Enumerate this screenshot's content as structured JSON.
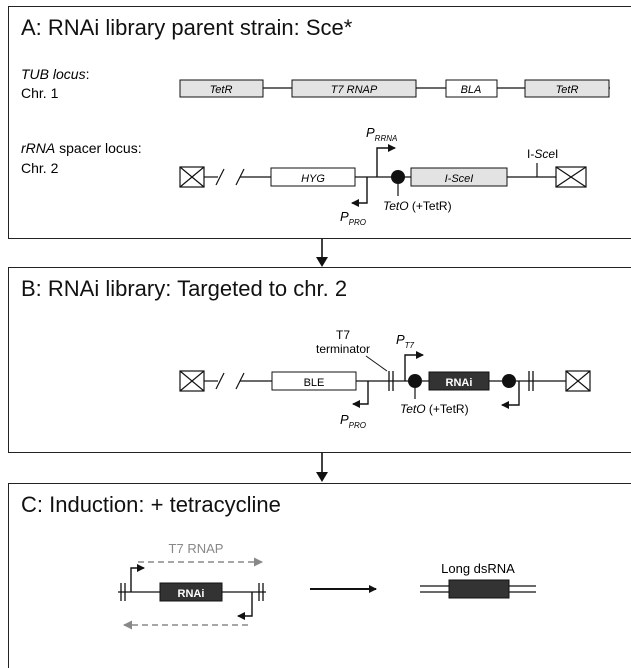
{
  "panels": {
    "a": {
      "title": "A: RNAi library parent strain: Sce*",
      "tub_locus_label": "TUB locus",
      "tub_locus_colon": ":",
      "tub_chr": "Chr. 1",
      "rrna_label_italic": "rRNA",
      "rrna_label_rest": " spacer locus:",
      "rrna_chr": "Chr. 2",
      "genes": {
        "tetr_left": "TetR",
        "t7_rnap": "T7 RNAP",
        "bla": "BLA",
        "tetr_right": "TetR",
        "hyg": "HYG",
        "i_scei_box": "I-SceI"
      },
      "promoters": {
        "p_rrna": "P",
        "p_rrna_sub": "RRNA",
        "p_pro": "P",
        "p_pro_sub": "PRO"
      },
      "teto_italic": "TetO",
      "teto_rest": " (+TetR)",
      "i_scei_site_prefix": "I-",
      "i_scei_site_italic": "Sce",
      "i_scei_site_suffix": "I"
    },
    "b": {
      "title": "B: RNAi library: Targeted to chr. 2",
      "t7_terminator_line1": "T7",
      "t7_terminator_line2": "terminator",
      "p_t7": "P",
      "p_t7_sub": "T7",
      "ble": "BLE",
      "rnai": "RNAi",
      "p_pro": "P",
      "p_pro_sub": "PRO",
      "teto_italic": "TetO",
      "teto_rest": " (+TetR)"
    },
    "c": {
      "title": "C: Induction: + tetracycline",
      "t7_rnap": "T7 RNAP",
      "rnai": "RNAi",
      "long_dsrna": "Long dsRNA"
    }
  },
  "colors": {
    "gene_fill": "#e3e3e3",
    "rnai_fill": "#333333",
    "rnai_text": "#ffffff",
    "dashed_arrow": "#888888",
    "line": "#111111"
  }
}
